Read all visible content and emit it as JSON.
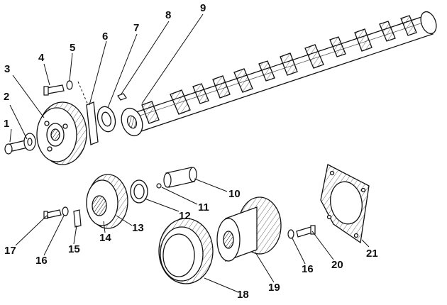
{
  "diagram": {
    "type": "exploded-parts-view",
    "ink_color": "#111111",
    "background_color": "#ffffff",
    "callouts": [
      {
        "id": "c1",
        "label": "1"
      },
      {
        "id": "c2",
        "label": "2"
      },
      {
        "id": "c3",
        "label": "3"
      },
      {
        "id": "c4",
        "label": "4"
      },
      {
        "id": "c5",
        "label": "5"
      },
      {
        "id": "c6",
        "label": "6"
      },
      {
        "id": "c7",
        "label": "7"
      },
      {
        "id": "c8",
        "label": "8"
      },
      {
        "id": "c9",
        "label": "9"
      },
      {
        "id": "c10",
        "label": "10"
      },
      {
        "id": "c11",
        "label": "11"
      },
      {
        "id": "c12",
        "label": "12"
      },
      {
        "id": "c13",
        "label": "13"
      },
      {
        "id": "c14",
        "label": "14"
      },
      {
        "id": "c15",
        "label": "15"
      },
      {
        "id": "c16a",
        "label": "16"
      },
      {
        "id": "c17",
        "label": "17"
      },
      {
        "id": "c18",
        "label": "18"
      },
      {
        "id": "c19",
        "label": "19"
      },
      {
        "id": "c16b",
        "label": "16"
      },
      {
        "id": "c20",
        "label": "20"
      },
      {
        "id": "c21",
        "label": "21"
      }
    ]
  }
}
